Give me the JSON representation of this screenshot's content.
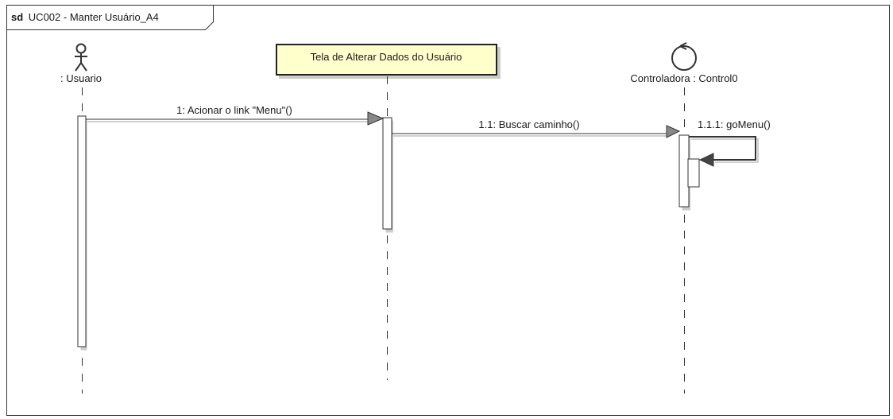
{
  "frame": {
    "keyword": "sd",
    "title": "UC002 - Manter Usuário_A4"
  },
  "lifelines": [
    {
      "id": "usuario",
      "label": ": Usuario",
      "kind": "actor"
    },
    {
      "id": "tela",
      "label": "Tela de Alterar Dados do Usuário",
      "kind": "boundary-box"
    },
    {
      "id": "controladora",
      "label": "Controladora : Control0",
      "kind": "control"
    }
  ],
  "messages": [
    {
      "label": "1: Acionar o link \"Menu\"()",
      "from": "usuario",
      "to": "tela"
    },
    {
      "label": "1.1: Buscar caminho()",
      "from": "tela",
      "to": "controladora"
    },
    {
      "label": "1.1.1: goMenu()",
      "from": "controladora",
      "to": "controladora"
    }
  ],
  "colors": {
    "note_fill": "#ffffcc",
    "line": "#333333",
    "shadow": "#cfcfcf"
  }
}
